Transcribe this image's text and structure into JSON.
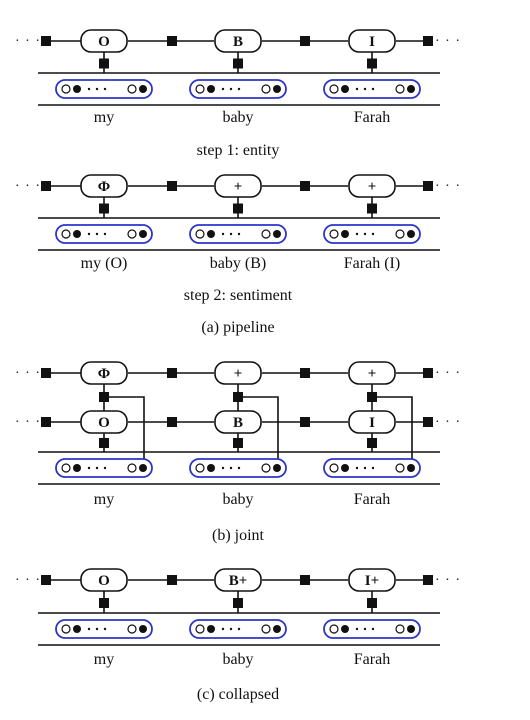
{
  "panel_a": {
    "step1": {
      "labels": [
        "O",
        "B",
        "I"
      ],
      "words": [
        "my",
        "baby",
        "Farah"
      ],
      "caption": "step 1: entity"
    },
    "step2": {
      "labels": [
        "Φ",
        "+",
        "+"
      ],
      "words": [
        "my (O)",
        "baby (B)",
        "Farah (I)"
      ],
      "caption": "step 2: sentiment"
    },
    "caption": "(a)  pipeline"
  },
  "panel_b": {
    "sentiment_labels": [
      "Φ",
      "+",
      "+"
    ],
    "entity_labels": [
      "O",
      "B",
      "I"
    ],
    "words": [
      "my",
      "baby",
      "Farah"
    ],
    "caption": "(b)  joint"
  },
  "panel_c": {
    "labels": [
      "O",
      "B+",
      "I+"
    ],
    "words": [
      "my",
      "baby",
      "Farah"
    ],
    "caption": "(c)  collapsed"
  },
  "ellipsis": "· · ·",
  "colors": {
    "ink": "#111111",
    "embedding_border": "#2a35c8"
  }
}
